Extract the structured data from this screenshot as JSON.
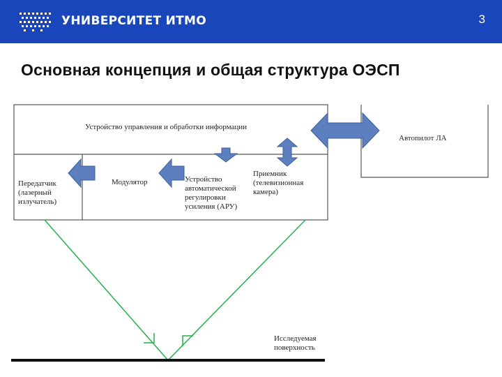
{
  "header": {
    "logo_text": "УНИВЕРСИТЕТ ИТМО",
    "page_number": "3",
    "background_color": "#1946ba"
  },
  "slide": {
    "title": "Основная концепция и общая структура ОЭСП"
  },
  "diagram": {
    "control_unit": "Устройство управления и обработки информации",
    "transmitter": "Передатчик (лазерный излучатель)",
    "modulator": "Модулятор",
    "agc": "Устройство автоматической регулировки усиления (АРУ)",
    "receiver": "Приемник (телевизионная камера)",
    "autopilot": "Автопилот ЛА",
    "surface": "Исследуемая поверхность",
    "arrow_color": "#5b7fbf",
    "beam_color": "#22b14c"
  }
}
